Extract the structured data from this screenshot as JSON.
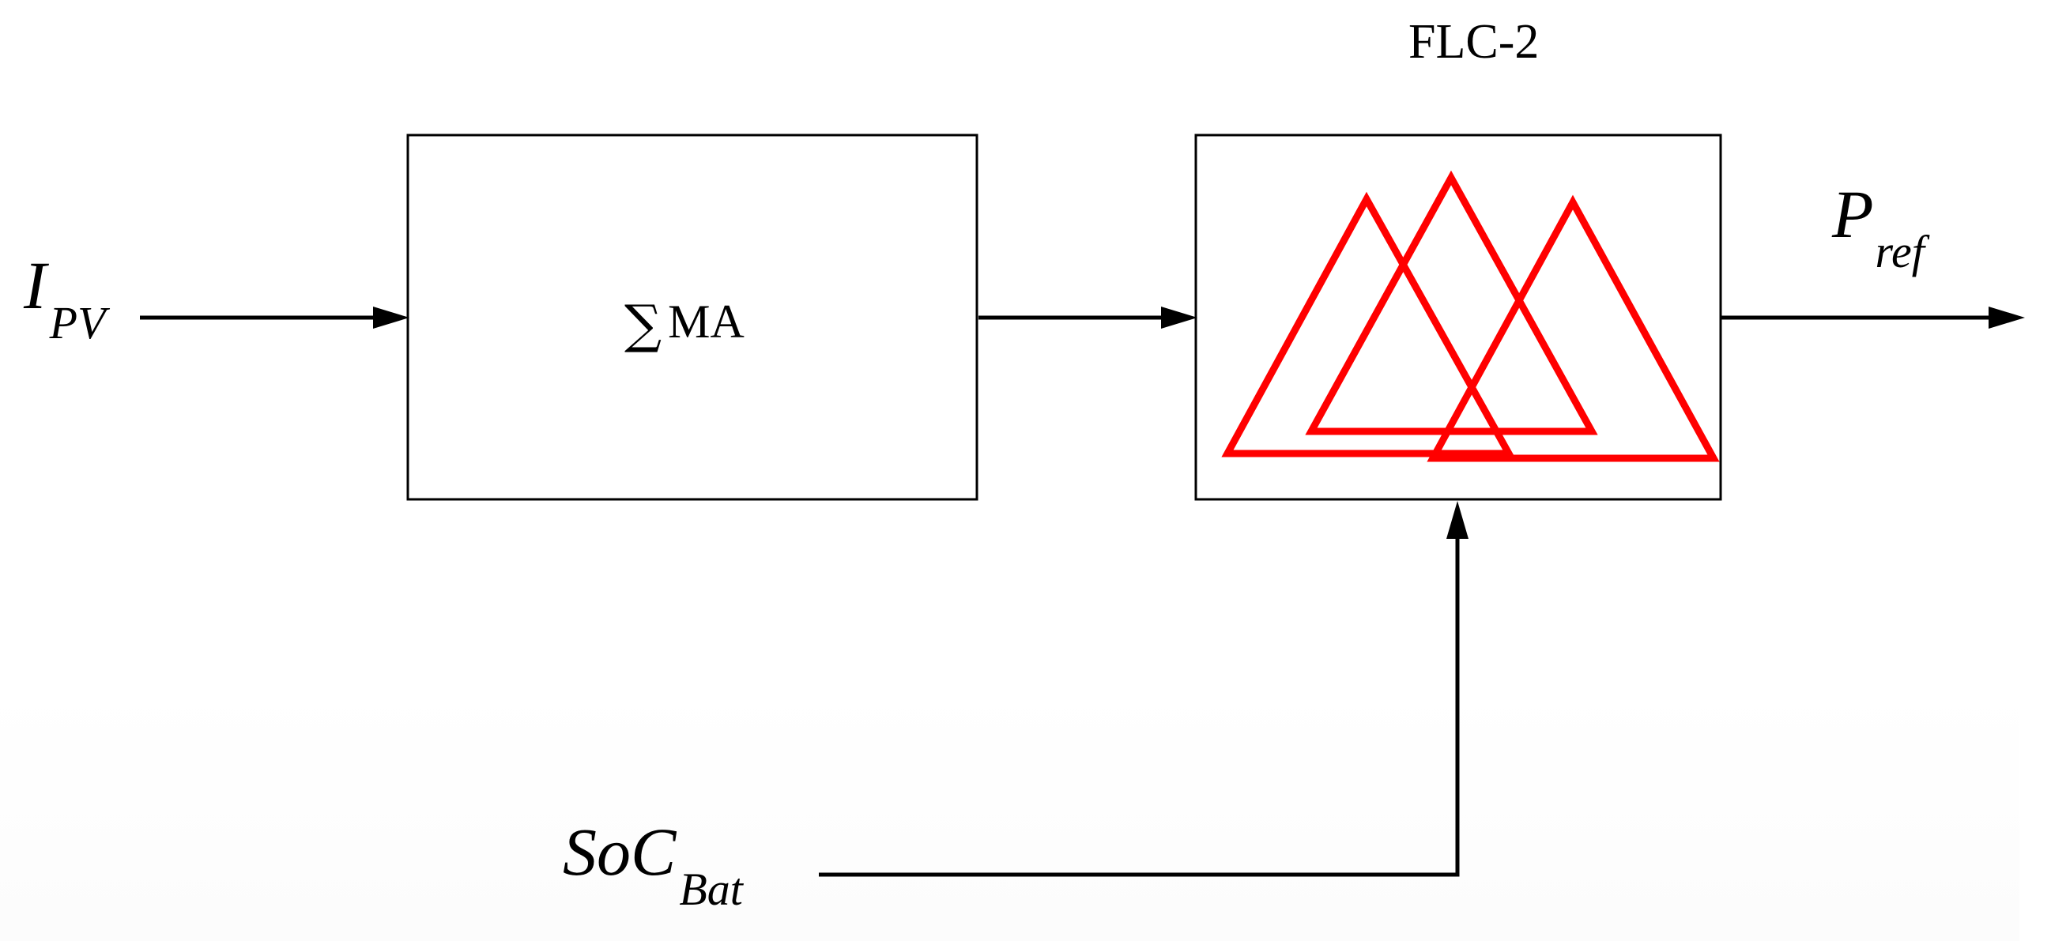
{
  "diagram": {
    "inputs": {
      "ipv": {
        "symbol": "I",
        "subscript": "PV"
      },
      "soc": {
        "symbol": "SoC",
        "subscript": "Bat"
      }
    },
    "output": {
      "symbol": "P",
      "subscript": "ref"
    },
    "blocks": {
      "moving_average": {
        "sigma": "∑",
        "label": "MA"
      },
      "fuzzy_controller": {
        "title": "FLC-2"
      }
    },
    "colors": {
      "line": "#000000",
      "membership_functions": "#ff0000"
    }
  }
}
